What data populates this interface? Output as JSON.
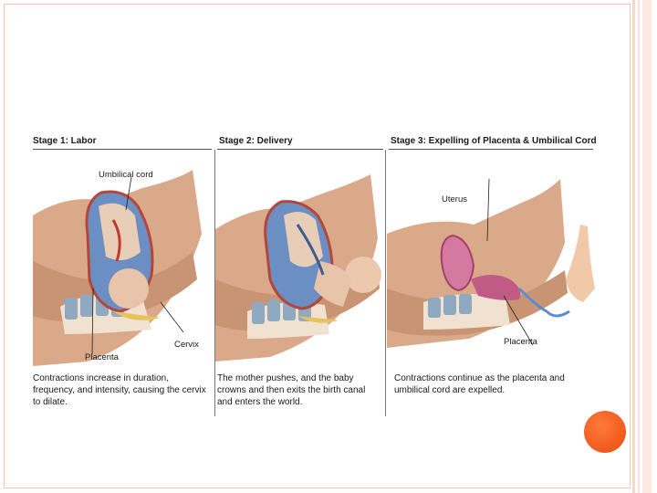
{
  "stages": [
    {
      "title": "Stage 1: Labor",
      "caption": "Contractions increase in duration, frequency, and intensity, causing the cervix to dilate.",
      "labels": {
        "cord": "Umbilical cord",
        "placenta": "Placenta",
        "cervix": "Cervix"
      }
    },
    {
      "title": "Stage 2: Delivery",
      "caption": "The mother pushes, and the baby crowns and then exits the birth canal and enters the world."
    },
    {
      "title": "Stage 3: Expelling of Placenta & Umbilical Cord",
      "caption": "Contractions continue as the placenta and umbilical cord are expelled.",
      "labels": {
        "uterus": "Uterus",
        "placenta": "Placenta"
      }
    }
  ],
  "colors": {
    "skin": "#d9a98a",
    "uterus": "#6b8fc2",
    "cord_blood": "#c0392b",
    "spine": "#7e9bb3",
    "placenta_fat": "#e8c35a",
    "accent_orange": "#f05a1c"
  }
}
